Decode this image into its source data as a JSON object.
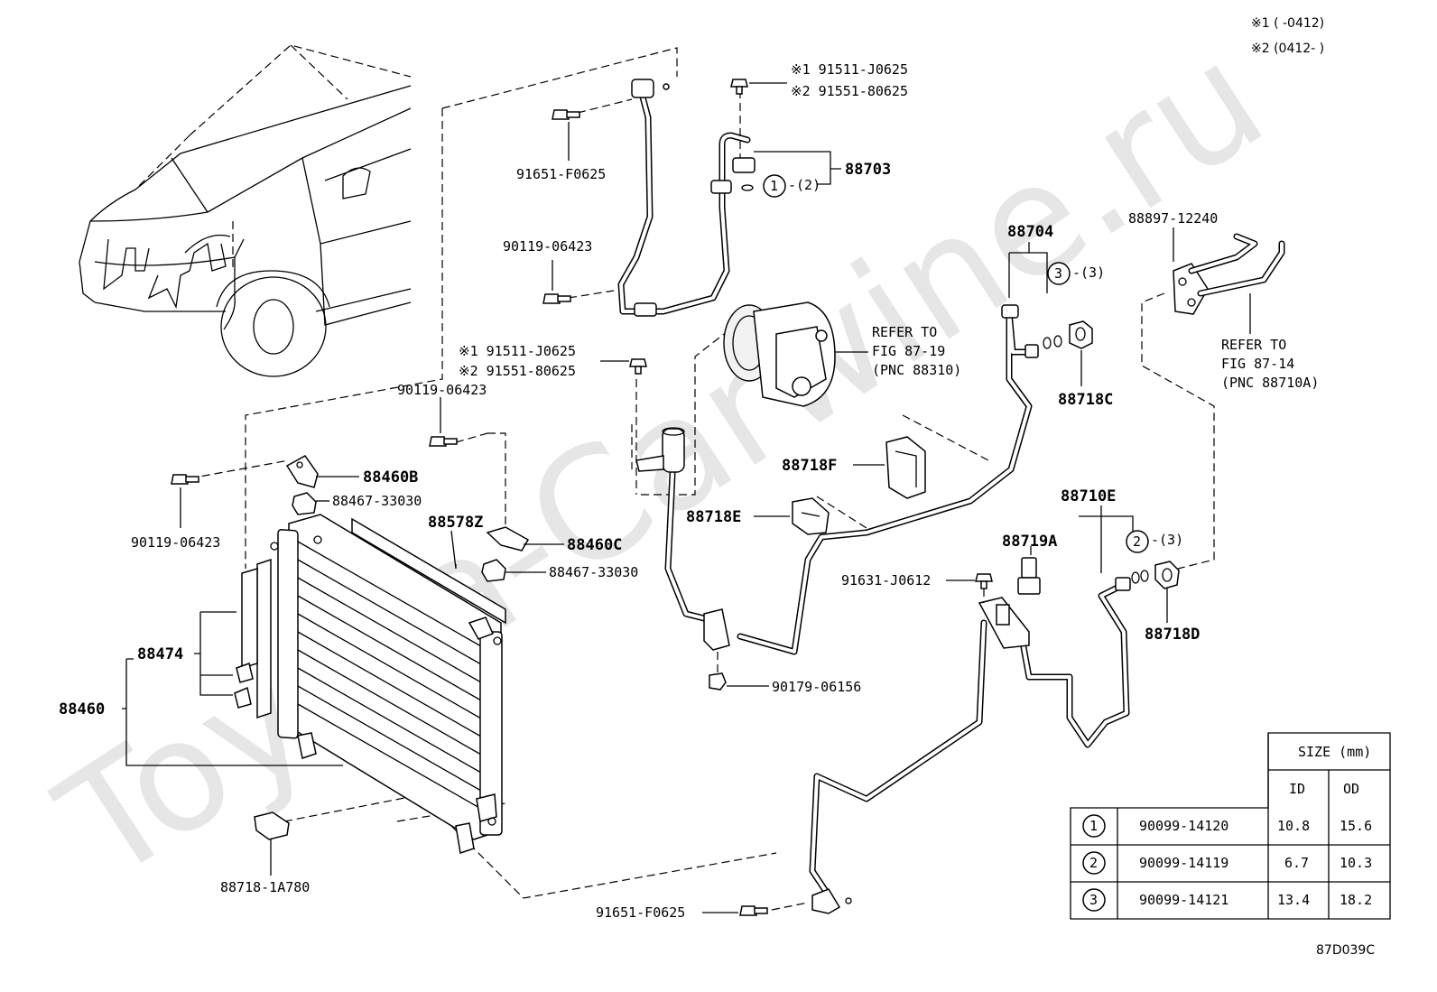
{
  "watermark": "Toyota-Carwine.ru",
  "legend": {
    "note1": "※1 (      -0412)",
    "note2": "※2 (0412-      )"
  },
  "figure_code": "87D039C",
  "parts": {
    "bolt_top_note1": "※1 91511-J0625",
    "bolt_top_note2": "※2 91551-80625",
    "p88703": "88703",
    "p88703_tag": "-(2)",
    "p91651_top": "91651-F0625",
    "p90119_upper": "90119-06423",
    "refer_compressor_l1": "REFER TO",
    "refer_compressor_l2": "FIG 87-19",
    "refer_compressor_l3": "(PNC 88310)",
    "p88704": "88704",
    "p88704_tag": "-(3)",
    "p88897": "88897-12240",
    "refer_evap_l1": "REFER TO",
    "refer_evap_l2": "FIG 87-14",
    "refer_evap_l3": "(PNC 88710A)",
    "p88718c": "88718C",
    "bolt_mid_note1": "※1 91511-J0625",
    "bolt_mid_note2": "※2 91551-80625",
    "p90119_mid": "90119-06423",
    "p88460b": "88460B",
    "p88467_a": "88467-33030",
    "p90119_left": "90119-06423",
    "p88578z": "88578Z",
    "p88460c": "88460C",
    "p88467_b": "88467-33030",
    "p88718f": "88718F",
    "p88718e": "88718E",
    "p88710e": "88710E",
    "p88710e_tag": "-(3)",
    "p88719a": "88719A",
    "p91631": "91631-J0612",
    "p88718d": "88718D",
    "p88474": "88474",
    "p88460": "88460",
    "p90179": "90179-06156",
    "p88718_1a780": "88718-1A780",
    "p91651_bottom": "91651-F0625"
  },
  "size_table": {
    "header": "SIZE (mm)",
    "col_id": "ID",
    "col_od": "OD",
    "rows": [
      {
        "ref": "1",
        "part": "90099-14120",
        "id": "10.8",
        "od": "15.6"
      },
      {
        "ref": "2",
        "part": "90099-14119",
        "id": "6.7",
        "od": "10.3"
      },
      {
        "ref": "3",
        "part": "90099-14121",
        "id": "13.4",
        "od": "18.2"
      }
    ]
  }
}
